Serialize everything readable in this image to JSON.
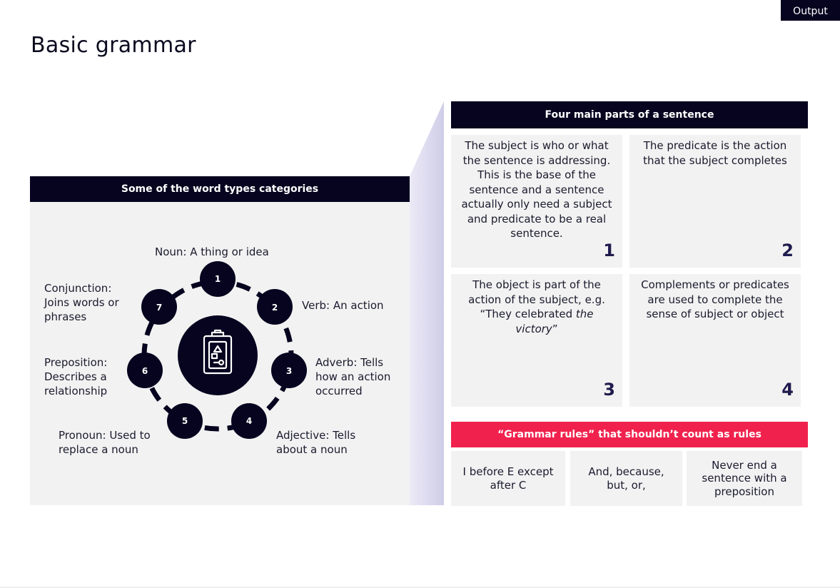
{
  "output_tag": "Output",
  "page_title": "Basic grammar",
  "word_types": {
    "header": "Some of the word types categories",
    "center_icon": "clipboard-icon",
    "numbers": [
      "1",
      "2",
      "3",
      "4",
      "5",
      "6",
      "7"
    ],
    "noun": "Noun: A thing or idea",
    "verb": "Verb: An action",
    "adverb": [
      "Adverb: Tells",
      "how an action",
      "occurred"
    ],
    "adjective": [
      "Adjective: Tells",
      "about a noun"
    ],
    "pronoun": [
      "Pronoun: Used to",
      "replace  a noun"
    ],
    "preposition": [
      "Preposition:",
      "Describes a",
      "relationship"
    ],
    "conjunction": [
      "Conjunction:",
      "Joins words or",
      "phrases"
    ]
  },
  "sentence_parts": {
    "header": "Four main parts of a sentence",
    "cards": [
      {
        "num": "1",
        "lines": [
          "The subject is who or what",
          "the sentence is addressing.",
          "This is the base of the",
          "sentence and a sentence",
          "actually only need a subject",
          "and predicate to be a real",
          "sentence."
        ]
      },
      {
        "num": "2",
        "lines": [
          "The predicate is the action",
          "that the subject completes"
        ]
      },
      {
        "num": "3",
        "line1": "The object is part of the",
        "line2": "action of the subject, e.g.",
        "line3_a": "“They celebrated ",
        "line3_b": "the",
        "line4_a": "victory",
        "line4_b": "”"
      },
      {
        "num": "4",
        "lines": [
          "Complements or predicates",
          "are used to complete the",
          "sense of subject or object"
        ]
      }
    ]
  },
  "grammar_rules": {
    "header": "“Grammar rules” that shouldn’t count as rules",
    "items": [
      [
        "I before E except",
        "after C"
      ],
      [
        "And, because,",
        "but, or,"
      ],
      [
        "Never end a",
        "sentence with a",
        "preposition"
      ]
    ]
  },
  "colors": {
    "navy": "#06041f",
    "accent_red": "#f0224d",
    "panel_gray": "#f2f2f2",
    "wedge": "#d4d3ea",
    "number_color": "#1f1b4d"
  }
}
